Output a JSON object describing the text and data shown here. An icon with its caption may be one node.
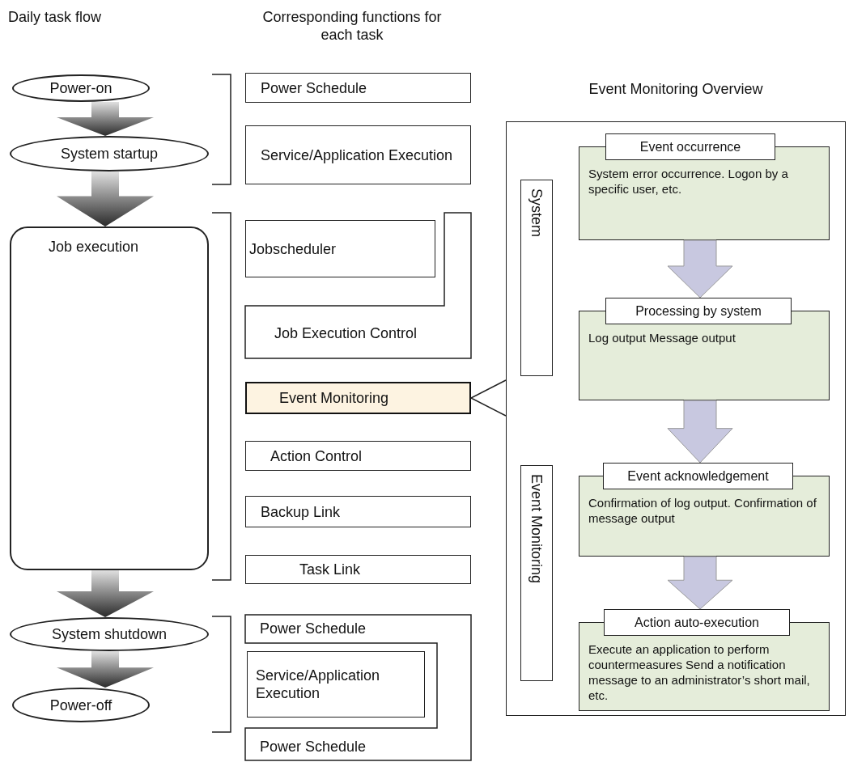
{
  "diagram": {
    "nodes": [
      {
        "text": [
          "Power-on"
        ]
      },
      {
        "text": [
          "System startup"
        ]
      },
      {
        "text": [
          "Job execution"
        ]
      },
      {
        "text": [
          "System shutdown"
        ]
      },
      {
        "text": [
          "Power-off"
        ]
      },
      {
        "text": [
          "Power Schedule"
        ]
      },
      {
        "text": [
          "Service/Application Execution"
        ]
      },
      {
        "text": [
          "Jobscheduler"
        ]
      },
      {
        "text": [
          "Job Execution Control"
        ]
      },
      {
        "text": [
          "Event Monitoring"
        ]
      },
      {
        "text": [
          "Action Control"
        ]
      },
      {
        "text": [
          "Backup Link"
        ]
      },
      {
        "text": [
          "Task Link"
        ]
      },
      {
        "text": [
          "Power Schedule",
          "Power Schedule"
        ]
      },
      {
        "text": [
          "Service/Application Execution"
        ]
      },
      {
        "text": [
          "Event Monitoring Overview"
        ]
      },
      {
        "text": [
          "System"
        ],
        "in": 15
      },
      {
        "text": [
          "Event Monitoring"
        ],
        "in": 15
      },
      {
        "text": [
          "Event occurrence",
          "System error occurrence. Logon by a specific user, etc."
        ],
        "in": 15
      },
      {
        "text": [
          "Processing by system",
          "Log output Message output"
        ],
        "in": 15
      },
      {
        "text": [
          "Event acknowledgement",
          "Confirmation of log output. Confirmation of message output"
        ],
        "in": 15
      },
      {
        "text": [
          "Action auto-execution",
          "Execute an application to perform countermeasures Send a notification message to an administrator’s short mail, etc."
        ],
        "in": 15
      }
    ],
    "edges": [
      {
        "from": 0,
        "to": 1,
        "arrow": "to"
      },
      {
        "from": 1,
        "to": 2,
        "arrow": "to"
      },
      {
        "from": 2,
        "to": 3,
        "arrow": "to"
      },
      {
        "from": 3,
        "to": 4,
        "arrow": "to"
      },
      {
        "from": 15,
        "to": 9,
        "arrow": "to"
      },
      {
        "from": 18,
        "to": 19,
        "arrow": "to",
        "color": "#c8c8e0"
      },
      {
        "from": 19,
        "to": 20,
        "arrow": "to",
        "color": "#c8c8e0"
      },
      {
        "from": 20,
        "to": 21,
        "arrow": "to",
        "color": "#c8c8e0"
      }
    ],
    "labels": [
      "Daily task flow",
      "Corresponding functions for each task"
    ]
  }
}
